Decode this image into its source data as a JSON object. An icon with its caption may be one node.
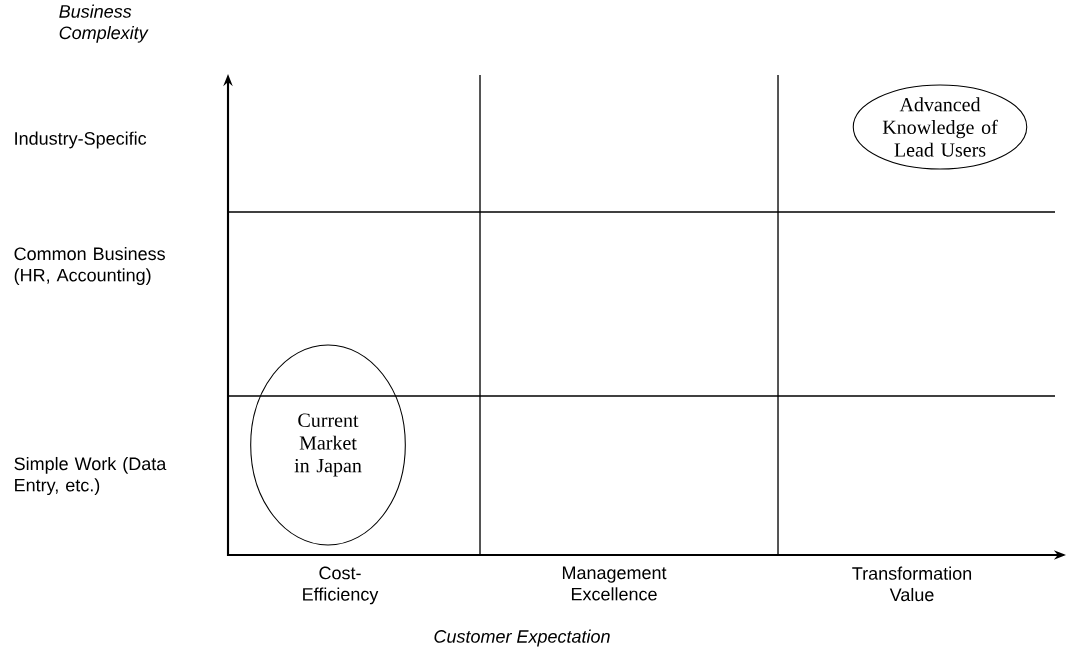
{
  "diagram": {
    "nodes": [
      {
        "text": [
          "Advanced Knowledge of Lead Users"
        ]
      },
      {
        "text": [
          "Current Market in Japan"
        ]
      }
    ],
    "labels": [
      "Business Complexity",
      "Industry-Specific",
      "Common Business (HR, Accounting)",
      "Simple Work (Data Entry, etc.)",
      "Cost- Efficiency",
      "Management Excellence",
      "Transformation Value",
      "Customer Expectation"
    ]
  }
}
